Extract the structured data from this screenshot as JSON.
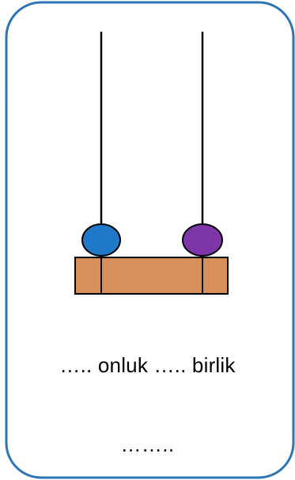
{
  "colors": {
    "card_border": "#2E75B6",
    "base": "#D98F5A",
    "rod": "#000000",
    "tens_bead": "#1F78C8",
    "ones_bead": "#7E35A8"
  },
  "rods": [
    {
      "place": "tens",
      "bead_color": "#1F78C8",
      "bead_count": 1
    },
    {
      "place": "ones",
      "bead_color": "#7E35A8",
      "bead_count": 1
    }
  ],
  "worksheet": {
    "line": "….. onluk ….. birlik",
    "answer_blank": "…….."
  }
}
